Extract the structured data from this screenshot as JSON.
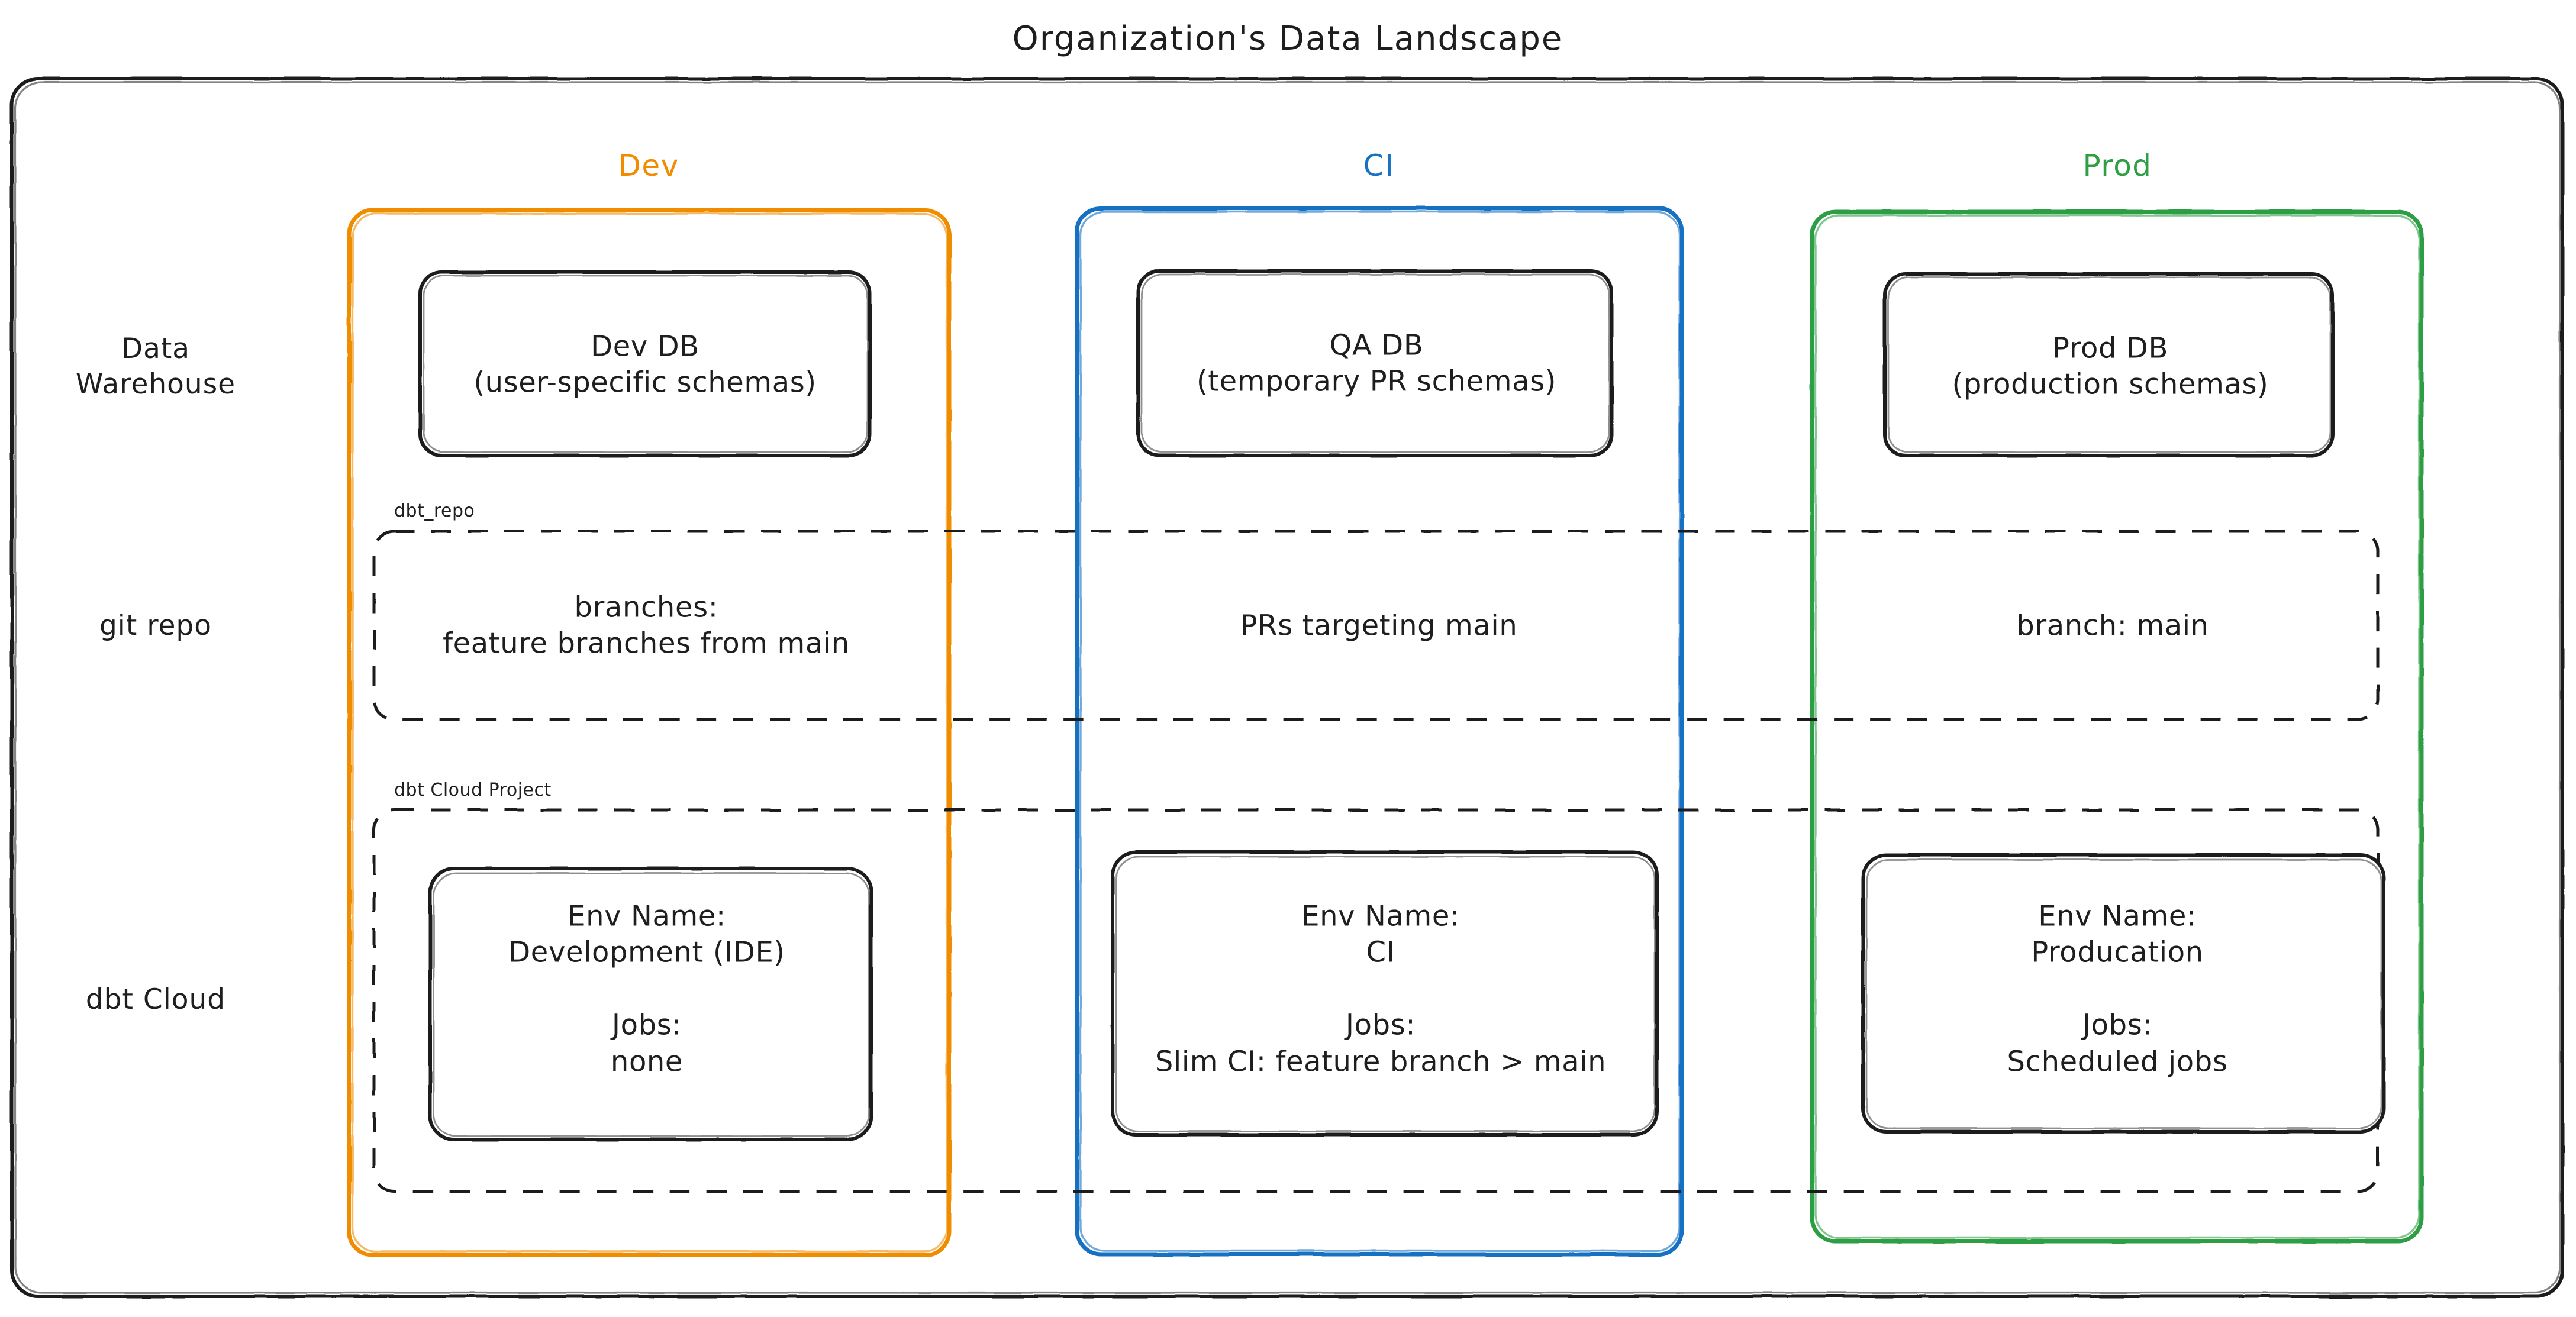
{
  "diagram": {
    "title": "Organization's Data Landscape",
    "colors": {
      "dev": "#f08c00",
      "ci": "#1971c2",
      "prod": "#2f9e44",
      "stroke": "#1e1e1e",
      "background": "#ffffff"
    },
    "columns": [
      {
        "key": "dev",
        "label": "Dev"
      },
      {
        "key": "ci",
        "label": "CI"
      },
      {
        "key": "prod",
        "label": "Prod"
      }
    ],
    "rows": [
      {
        "key": "data-warehouse",
        "label": "Data\nWarehouse"
      },
      {
        "key": "git-repo",
        "label": "git repo"
      },
      {
        "key": "dbt-cloud",
        "label": "dbt Cloud"
      }
    ],
    "groups": [
      {
        "key": "dbt-repo",
        "label": "dbt_repo"
      },
      {
        "key": "dbt-cloud-project",
        "label": "dbt Cloud Project"
      }
    ],
    "cells": {
      "warehouse": {
        "dev": "Dev DB\n(user-specific schemas)",
        "ci": "QA DB\n(temporary PR schemas)",
        "prod": "Prod DB\n(production schemas)"
      },
      "git": {
        "dev": "branches:\nfeature branches from main",
        "ci": "PRs targeting main",
        "prod": "branch: main"
      },
      "dbtcloud": {
        "dev": "Env Name:\nDevelopment (IDE)\n\nJobs:\nnone",
        "ci": "Env Name:\nCI\n\nJobs:\nSlim CI: feature branch > main",
        "prod": "Env Name:\nProducation\n\nJobs:\nScheduled jobs"
      }
    }
  }
}
